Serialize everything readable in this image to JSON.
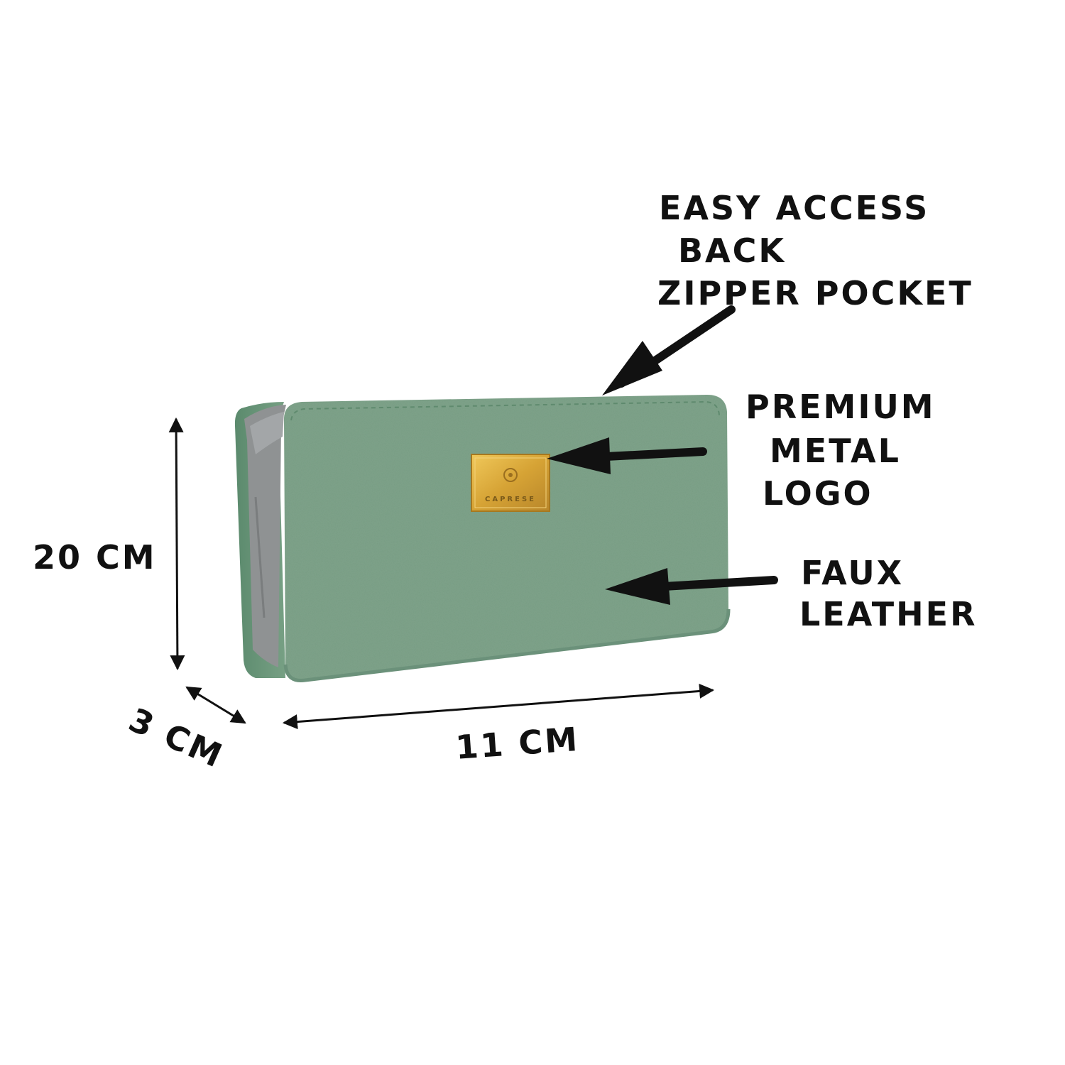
{
  "product": {
    "brand": "CAPRESE",
    "colors": {
      "body": "#7ea38a",
      "body_shadow": "#5f8a6e",
      "interior": "#8f9293",
      "logo_plate": "#d9a93a",
      "ink": "#111111"
    }
  },
  "callouts": {
    "zipper": [
      "EASY ACCESS",
      "BACK",
      "ZIPPER POCKET"
    ],
    "logo": [
      "PREMIUM",
      "METAL",
      "LOGO"
    ],
    "material": [
      "FAUX",
      "LEATHER"
    ]
  },
  "dimensions": {
    "height": "20 CM",
    "depth": "3 CM",
    "width": "11 CM"
  },
  "icons": [
    "arrow-icon",
    "double-arrow-icon"
  ]
}
